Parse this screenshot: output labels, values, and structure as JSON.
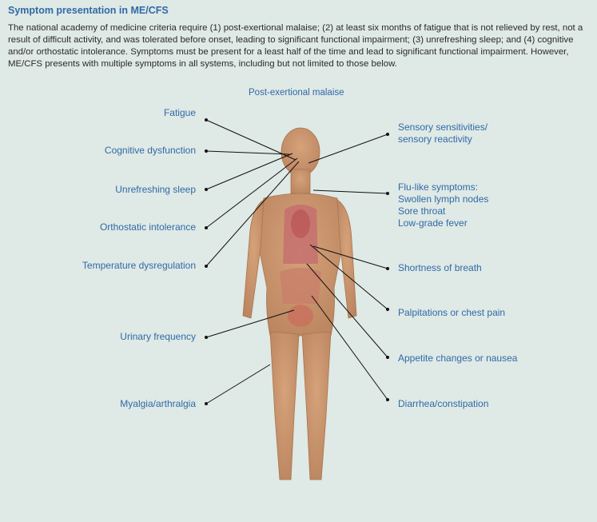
{
  "title": "Symptom presentation in ME/CFS",
  "intro": "The national academy of medicine criteria require (1) post-exertional malaise; (2) at least six months of fatigue that is not relieved by rest, not a result of difficult activity, and was tolerated before onset, leading to significant functional impairment; (3) unrefreshing sleep; and (4) cognitive and/or orthostatic intolerance. Symptoms must be present for a least half of the time and lead to significant functional impairment. However, ME/CFS presents with multiple symptoms in all systems, including but not limited to those below.",
  "top_label": "Post-exertional malaise",
  "left_labels": [
    "Fatigue",
    "Cognitive dysfunction",
    "Unrefreshing sleep",
    "Orthostatic intolerance",
    "Temperature dysregulation",
    "Urinary frequency",
    "Myalgia/arthralgia"
  ],
  "right_labels": {
    "sensory": [
      "Sensory sensitivities/",
      "sensory reactivity"
    ],
    "flu": [
      "Flu-like symptoms:",
      "Swollen lymph nodes",
      "Sore throat",
      "Low-grade fever"
    ],
    "breath": "Shortness of breath",
    "palpitations": "Palpitations or chest pain",
    "appetite": "Appetite changes or nausea",
    "diarrhea": "Diarrhea/constipation"
  },
  "colors": {
    "label": "#2f6aa8",
    "background": "#dfe9e5",
    "body": "#c8936c",
    "line": "#111111"
  }
}
